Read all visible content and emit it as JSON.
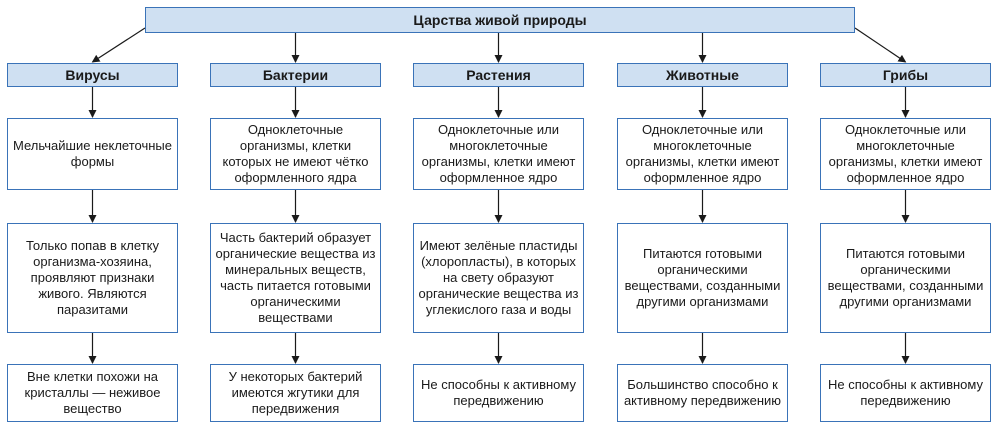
{
  "root": "Царства живой природы",
  "kingdoms": [
    {
      "name": "Вирусы",
      "cells": [
        "Мельчайшие неклеточные формы",
        "Только попав в клетку организма-хозяина, проявляют признаки живого. Являются паразитами",
        "Вне клетки похожи на кристаллы — неживое вещество"
      ]
    },
    {
      "name": "Бактерии",
      "cells": [
        "Одноклеточные организмы, клетки которых не имеют чётко оформленного ядра",
        "Часть бактерий образует органические вещества из минеральных веществ, часть питается готовыми органическими веществами",
        "У некоторых бактерий имеются жгутики для передвижения"
      ]
    },
    {
      "name": "Растения",
      "cells": [
        "Одноклеточные или многоклеточные организмы, клетки имеют оформленное ядро",
        "Имеют зелёные пластиды (хлоропласты), в которых на свету образуют органические вещества из углекислого газа и воды",
        "Не способны к активному передвижению"
      ]
    },
    {
      "name": "Животные",
      "cells": [
        "Одноклеточные или многоклеточные организмы, клетки имеют оформленное ядро",
        "Питаются готовыми органическими веществами, созданными другими организмами",
        "Большинство способно к активному передвижению"
      ]
    },
    {
      "name": "Грибы",
      "cells": [
        "Одноклеточные или многоклеточные организмы, клетки имеют оформленное ядро",
        "Питаются готовыми органическими веществами, созданными другими организмами",
        "Не способны к активному передвижению"
      ]
    }
  ],
  "colors": {
    "border": "#3a73b8",
    "header_fill": "#cfe0f2",
    "arrow": "#1a1a1a"
  }
}
